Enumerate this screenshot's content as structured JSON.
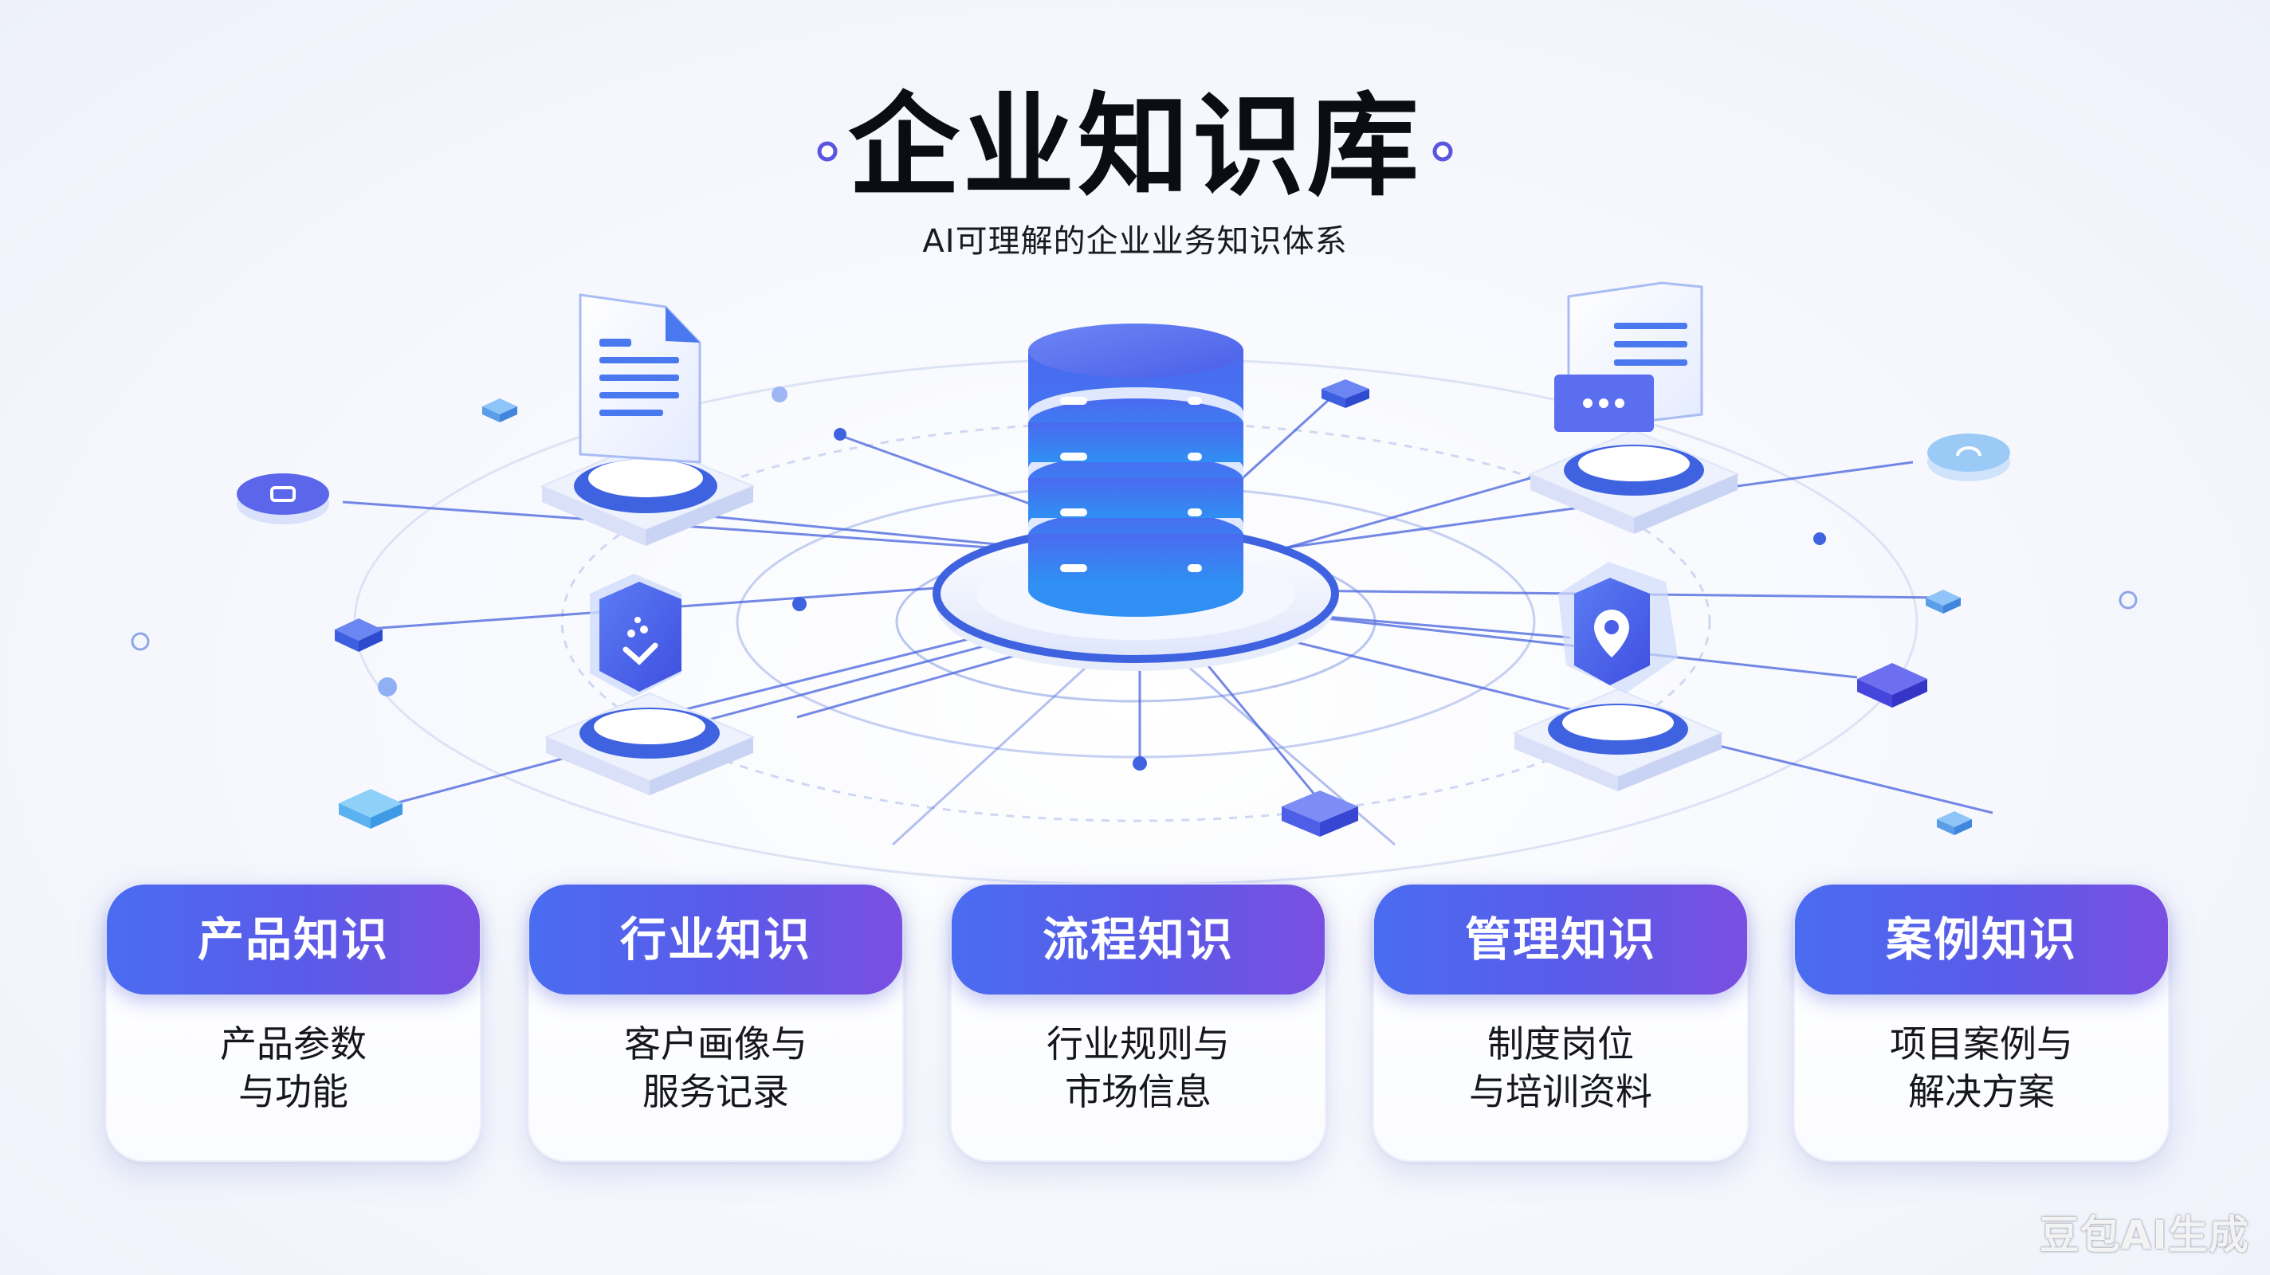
{
  "header": {
    "title": "企业知识库",
    "subtitle": "AI可理解的企业业务知识体系"
  },
  "colors": {
    "primary": "#4a6cf0",
    "accent": "#7a4fe2",
    "line": "#3f5fd8",
    "text": "#0c0c14"
  },
  "categories": [
    {
      "title": "产品知识",
      "lines": [
        "产品参数",
        "与功能"
      ]
    },
    {
      "title": "行业知识",
      "lines": [
        "客户画像与",
        "服务记录"
      ]
    },
    {
      "title": "流程知识",
      "lines": [
        "行业规则与",
        "市场信息"
      ]
    },
    {
      "title": "管理知识",
      "lines": [
        "制度岗位",
        "与培训资料"
      ]
    },
    {
      "title": "案例知识",
      "lines": [
        "项目案例与",
        "解决方案"
      ]
    }
  ],
  "hub": {
    "icon": "database-icon"
  },
  "nodes": [
    {
      "icon": "document-icon"
    },
    {
      "icon": "chat-document-icon"
    },
    {
      "icon": "hexagon-badge-icon"
    },
    {
      "icon": "location-pin-icon"
    }
  ],
  "watermark": "豆包AI生成"
}
